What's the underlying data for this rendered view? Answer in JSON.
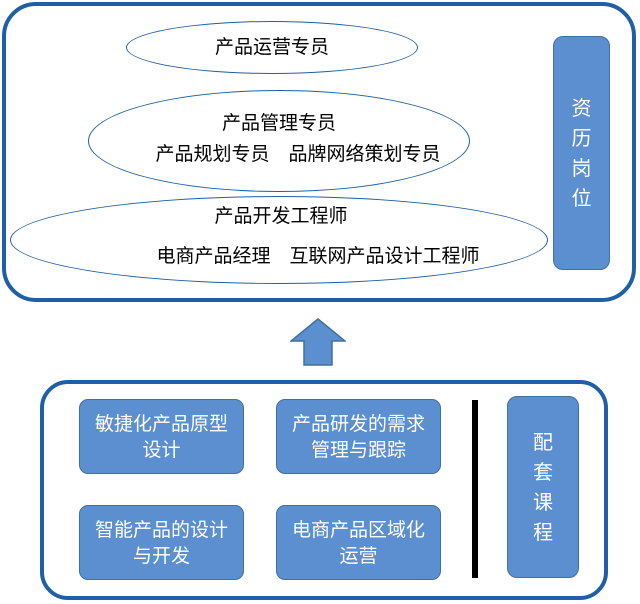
{
  "positions": {
    "operations_specialist": "产品运营专员",
    "management_specialist": "产品管理专员",
    "planning_and_brand": "产品规划专员　品牌网络策划专员",
    "development_engineer": "产品开发工程师",
    "ecommerce_and_internet": "电商产品经理　互联网产品设计工程师",
    "side_label": "资历岗位"
  },
  "courses": {
    "items": [
      "敏捷化产品原型设计",
      "产品研发的需求管理与跟踪",
      "智能产品的设计与开发",
      "电商产品区域化运营"
    ],
    "side_label": "配套课程"
  },
  "colors": {
    "panel_border": "#1f5fa8",
    "box_fill": "#5b8fcf",
    "box_border": "#41719c",
    "arrow_fill": "#5b8fcf",
    "divider": "#000000"
  }
}
